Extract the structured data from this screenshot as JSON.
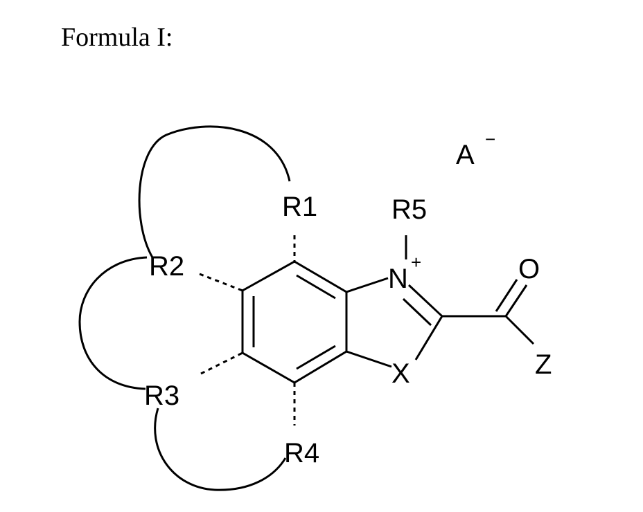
{
  "title": "Formula I:",
  "labels": {
    "r1": "R1",
    "r2": "R2",
    "r3": "R3",
    "r4": "R4",
    "r5": "R5",
    "n": "N",
    "n_charge": "+",
    "x": "X",
    "o": "O",
    "z": "Z",
    "anion": "A",
    "anion_charge": "−"
  }
}
